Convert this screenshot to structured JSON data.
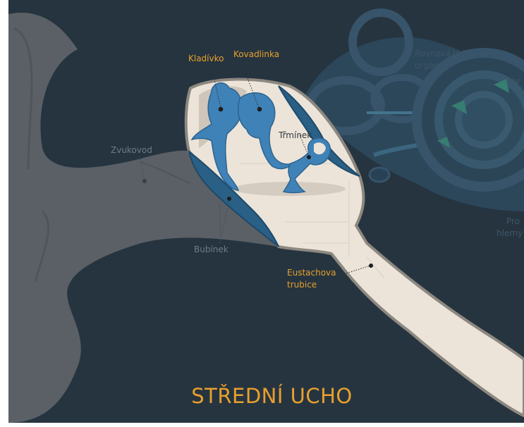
{
  "title": "STŘEDNÍ UCHO",
  "labels": {
    "kladivko": "Kladívko",
    "kovadlinka": "Kovadlinka",
    "trminek": "Třmínek",
    "zvukovod": "Zvukovod",
    "bubinek": "Bubínek",
    "eustachova_line1": "Eustachova",
    "eustachova_line2": "trubice",
    "rovnovazny_line1": "Rovnovážný",
    "rovnovazny_line2": "orgán",
    "cut_right_top": "rov",
    "cut_right_mid1": "Pro",
    "cut_right_mid2": "hlemy"
  },
  "colors": {
    "background": "#263440",
    "outer_ear": "#595f64",
    "cavity": "#ece4d9",
    "ossicles": "#3f82b7",
    "eardrum": "#2a5f86",
    "accent_label": "#e8a02c",
    "inner_ear": "#2f4c62"
  }
}
